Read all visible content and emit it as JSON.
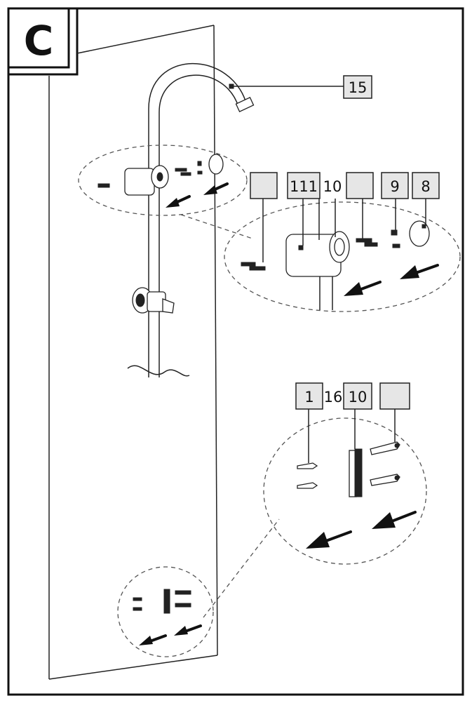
{
  "step": {
    "label": "C"
  },
  "callouts": {
    "top_pipe": "15",
    "detail1_blank_a": "",
    "detail1_c1": "111",
    "detail1_c2": "10",
    "detail1_blank_b": "",
    "detail1_c3": "9",
    "detail1_c4": "8",
    "detail2_c1": "1",
    "detail2_c2": "16",
    "detail2_c3": "10",
    "detail2_blank": ""
  },
  "icons": {
    "arrow": "arrow-down-left-icon",
    "screw": "screw-icon",
    "dowel": "wall-plug-icon"
  },
  "colors": {
    "ink": "#222222",
    "callout_fill": "#e6e6e6",
    "background": "#ffffff"
  }
}
